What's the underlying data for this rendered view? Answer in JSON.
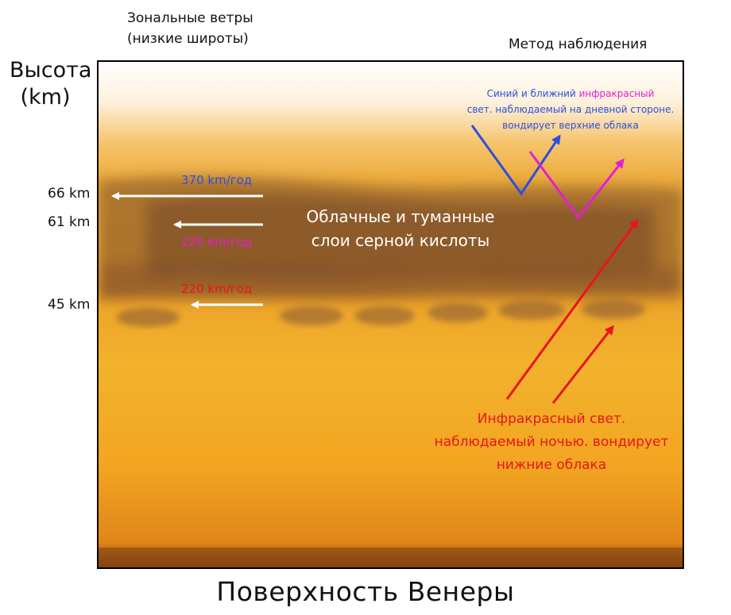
{
  "header": {
    "zonal_winds_line1": "Зональные ветры",
    "zonal_winds_line2": "(низкие широты)",
    "method": "Метод наблюдения"
  },
  "axis": {
    "title_line1": "Высота",
    "title_line2": "(km)",
    "ticks": [
      "66 km",
      "61 km",
      "45 km"
    ]
  },
  "winds": [
    {
      "altitude": "66 km",
      "speed": "370 km/год",
      "color": "#2b4fe0"
    },
    {
      "altitude": "61 km",
      "speed": "220 km/год",
      "color": "#e21fd2"
    },
    {
      "altitude": "45 km",
      "speed": "220 km/год",
      "color": "#e8141c"
    }
  ],
  "clouds": {
    "line1": "Облачные и туманные",
    "line2": "слои серной кислоты"
  },
  "observation_day": {
    "line1_blue": "Синий и ближний ",
    "line1_magenta": "инфракрасный",
    "line2": "свет. наблюдаемый на дневной стороне.",
    "line3": "вондирует верхние облака",
    "blue_color": "#2b4fe0",
    "magenta_color": "#e21fd2"
  },
  "observation_night": {
    "line1": "Инфракрасный свет.",
    "line2": "наблюдаемый ночью. вондирует",
    "line3": "нижние облака",
    "color": "#e8141c"
  },
  "footer": {
    "surface": "Поверхность Венеры"
  }
}
